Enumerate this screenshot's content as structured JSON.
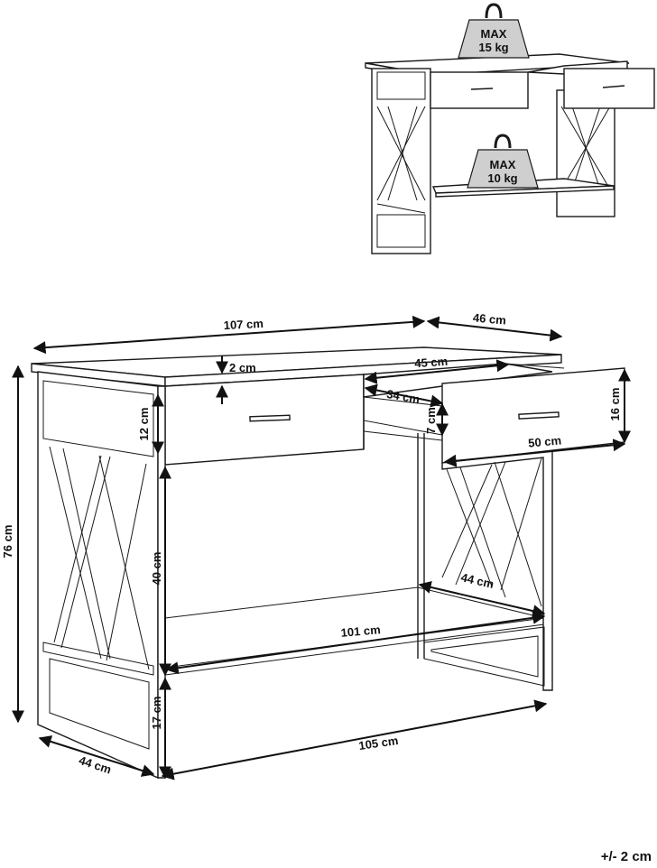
{
  "weights": {
    "top_max": "MAX",
    "top_load": "15 kg",
    "shelf_max": "MAX",
    "shelf_load": "10 kg"
  },
  "dimensions": {
    "overall_width": "107 cm",
    "overall_depth": "46 cm",
    "overall_height": "76 cm",
    "top_thickness": "2 cm",
    "front_panel_height": "12 cm",
    "inner_height": "40 cm",
    "leg_clearance": "17 cm",
    "base_depth": "44 cm",
    "base_width": "105 cm",
    "shelf_width": "101 cm",
    "shelf_depth": "44 cm",
    "drawer_width": "45 cm",
    "drawer_inner_depth": "34 cm",
    "drawer_inner_height": "7 cm",
    "drawer_front_height": "16 cm",
    "drawer_front_width": "50 cm"
  },
  "tolerance": "+/- 2 cm"
}
